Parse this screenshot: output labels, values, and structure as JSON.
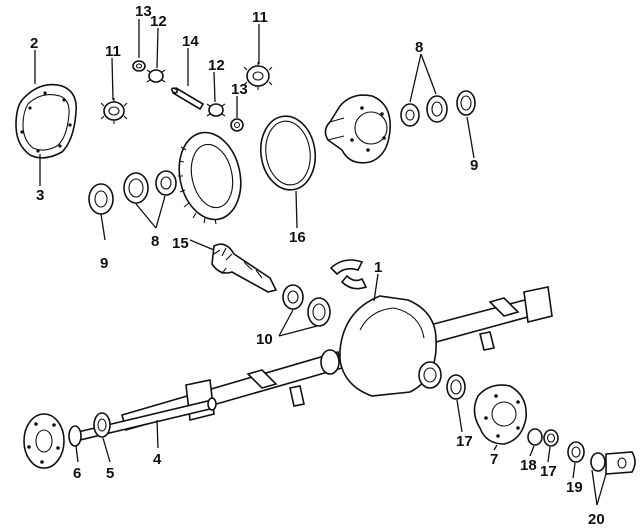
{
  "diagram": {
    "callouts": {
      "c1": "1",
      "c2": "2",
      "c3": "3",
      "c4": "4",
      "c5": "5",
      "c6": "6",
      "c7": "7",
      "c8a": "8",
      "c8b": "8",
      "c9a": "9",
      "c9b": "9",
      "c10": "10",
      "c11a": "11",
      "c11b": "11",
      "c12a": "12",
      "c12b": "12",
      "c13a": "13",
      "c13b": "13",
      "c14": "14",
      "c15": "15",
      "c16": "16",
      "c17a": "17",
      "c17b": "17",
      "c18": "18",
      "c19": "19",
      "c20": "20"
    },
    "colors": {
      "ink": "#111111",
      "paper": "#ffffff"
    }
  }
}
